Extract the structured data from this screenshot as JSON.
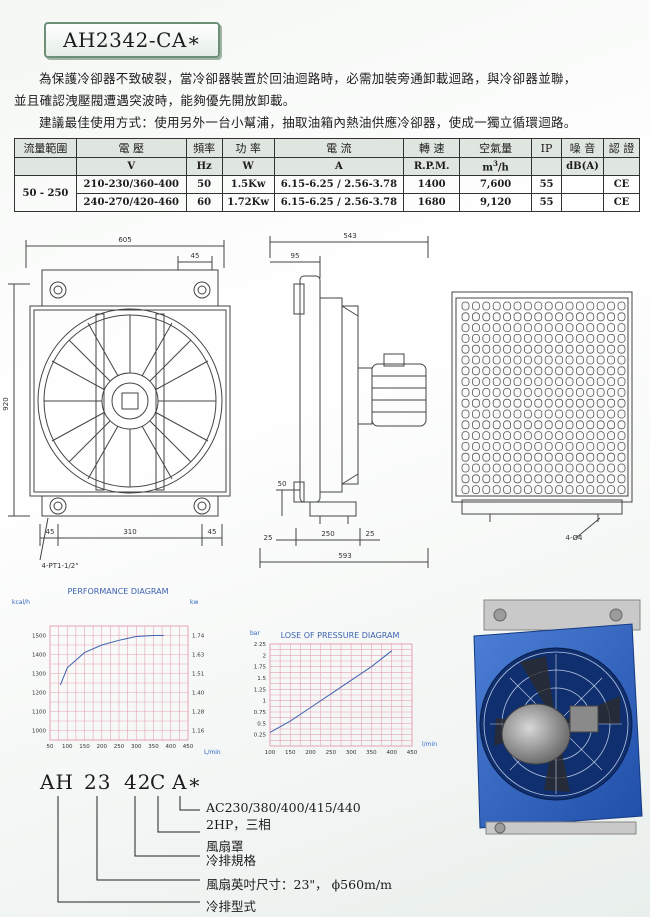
{
  "header": {
    "model": "AH2342-CA∗"
  },
  "intro": {
    "line1": "為保護冷卻器不致破裂，當冷卻器裝置於回油迴路時，必需加裝旁通卸載迴路，與冷卻器並聯，",
    "line2": "並且確認洩壓閥遭遇突波時，能夠優先開放卸載。",
    "line3": "建議最佳使用方式：使用另外一台小幫浦，抽取油箱內熱油供應冷卻器，使成一獨立循環迴路。"
  },
  "spec_table": {
    "headers": [
      "流量範圍",
      "電 壓",
      "頻率",
      "功 率",
      "電 流",
      "轉 速",
      "空氣量",
      "IP",
      "噪 音",
      "認 證"
    ],
    "units": [
      "",
      "V",
      "Hz",
      "W",
      "A",
      "R.P.M.",
      "m³/h",
      "",
      "dB(A)",
      ""
    ],
    "flow_range": "50 - 250",
    "rows": [
      [
        "210-230/360-400",
        "50",
        "1.5Kw",
        "6.15-6.25 / 2.56-3.78",
        "1400",
        "7,600",
        "55",
        "",
        "CE"
      ],
      [
        "240-270/420-460",
        "60",
        "1.72Kw",
        "6.15-6.25 / 2.56-3.78",
        "1680",
        "9,120",
        "55",
        "",
        "CE"
      ]
    ]
  },
  "drawing": {
    "dim_605": "605",
    "dim_45_top": "45",
    "dim_920": "920",
    "dim_45_left": "45",
    "dim_310": "310",
    "dim_45_right": "45",
    "port_label": "4-PT1-1/2\"",
    "dim_543": "543",
    "dim_95": "95",
    "dim_50": "50",
    "dim_25_left": "25",
    "dim_250": "250",
    "dim_25_right": "25",
    "dim_593": "593",
    "hole_label": "4-Ø4"
  },
  "chart_data": [
    {
      "type": "line",
      "title": "PERFORMANCE DIAGRAM",
      "ylabel_left": "kcal/h",
      "ylabel_right": "kw",
      "xlabel": "L/min",
      "x_ticks": [
        50,
        100,
        150,
        200,
        250,
        300,
        350,
        400,
        450
      ],
      "y_ticks_left": [
        1000,
        1100,
        1200,
        1300,
        1400,
        1500
      ],
      "y_ticks_right": [
        "1.16",
        "1.28",
        "1.40",
        "1.51",
        "1.63",
        "1.74"
      ],
      "xlim": [
        50,
        450
      ],
      "ylim": [
        950,
        1550
      ],
      "grid": true,
      "x": [
        80,
        100,
        150,
        200,
        250,
        300,
        350,
        380
      ],
      "y": [
        1240,
        1330,
        1410,
        1450,
        1475,
        1495,
        1500,
        1500
      ]
    },
    {
      "type": "line",
      "title": "LOSE OF PRESSURE DIAGRAM",
      "ylabel": "bar",
      "xlabel": "l/min",
      "x_ticks": [
        100,
        150,
        200,
        250,
        300,
        350,
        400,
        450
      ],
      "y_ticks": [
        "0.25",
        "0.5",
        "0.75",
        "1",
        "1.25",
        "1.5",
        "1.75",
        "2",
        "2.25"
      ],
      "xlim": [
        100,
        450
      ],
      "ylim": [
        0,
        2.25
      ],
      "grid": true,
      "x": [
        100,
        150,
        200,
        250,
        300,
        350,
        400
      ],
      "y": [
        0.3,
        0.55,
        0.85,
        1.15,
        1.45,
        1.75,
        2.1
      ]
    }
  ],
  "model_code": {
    "parts": [
      "AH",
      "23",
      "42",
      "C",
      "A∗"
    ],
    "desc_a1": "AC230/380/400/415/440",
    "desc_a2": "2HP，三相",
    "desc_c": "風扇罩",
    "desc_42": "冷排規格",
    "desc_23": "風扇英吋尺寸：23\"，",
    "desc_23_dia": "ϕ560m/m",
    "desc_ah": "冷排型式"
  },
  "colors": {
    "accent_green": "#6d8f78",
    "chart_blue": "#3c63b0",
    "grid_pink": "#e7a3b3",
    "unit_blue": "#2f66c7"
  }
}
